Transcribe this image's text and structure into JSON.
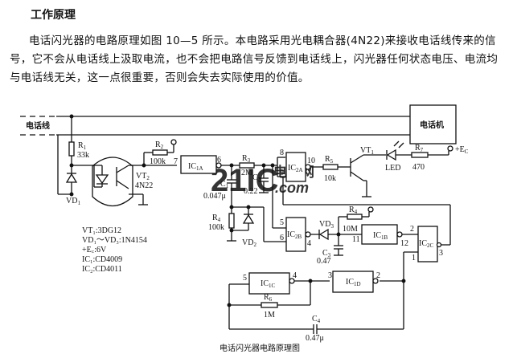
{
  "section_heading": "工作原理",
  "paragraph": "电话闪光器的电路原理如图 10—5 所示。本电路采用光电耦合器(4N22)来接收电话线传来的信号，它不会从电话线上汲取电流，也不会把电路信号反馈到电话线上，闪光器任何状态电压、电流均与电话线无关，这一点很重要，否则会失去实际使用的价值。",
  "diagram": {
    "caption": "电话闪光器电路原理图",
    "phone_line_label": "电话线",
    "telephone_label": "电话机",
    "supply_label": "E",
    "supply_sub": "C",
    "supply_sign": "+",
    "components": {
      "R1": {
        "name": "R",
        "sub": "1",
        "value": "33k"
      },
      "R2": {
        "name": "R",
        "sub": "2",
        "value": "100k"
      },
      "R3": {
        "name": "R",
        "sub": "3",
        "value": "2M"
      },
      "R4a": {
        "name": "R",
        "sub": "4",
        "value": "100k"
      },
      "R4b": {
        "name": "R",
        "sub": "4",
        "value": "10M"
      },
      "R5": {
        "name": "R",
        "sub": "5",
        "value": "10k"
      },
      "R6": {
        "name": "R",
        "sub": "6",
        "value": "1M"
      },
      "R7": {
        "name": "R",
        "sub": "7",
        "value": "470"
      },
      "C1": {
        "name": "C",
        "sub": "1",
        "value": "0.047μ"
      },
      "C2": {
        "name": "C",
        "sub": "2",
        "value": "0.22"
      },
      "C3": {
        "name": "C",
        "sub": "3",
        "value": "0.47"
      },
      "C4": {
        "name": "C",
        "sub": "4",
        "value": "0.47μ"
      },
      "VD1": {
        "name": "VD",
        "sub": "1"
      },
      "VD2": {
        "name": "VD",
        "sub": "2"
      },
      "VD3": {
        "name": "VD",
        "sub": "3"
      },
      "VT1": {
        "name": "VT",
        "sub": "1"
      },
      "VT2": {
        "name": "VT",
        "sub": "2",
        "value": "4N22"
      },
      "LED": {
        "name": "LED"
      },
      "IC1A": {
        "name": "IC",
        "sub": "1A"
      },
      "IC1B": {
        "name": "IC",
        "sub": "1B"
      },
      "IC2A": {
        "name": "IC",
        "sub": "2A"
      },
      "IC2B": {
        "name": "IC",
        "sub": "2B"
      },
      "IC2C": {
        "name": "IC",
        "sub": "2C"
      },
      "IC1C": {
        "name": "IC",
        "sub": "1C"
      },
      "IC1D": {
        "name": "IC",
        "sub": "1D"
      }
    },
    "pins": {
      "IC1A_in": "7",
      "IC1A_out": "6",
      "IC2A_in1": "8",
      "IC2A_in2": "9",
      "IC2A_out": "10",
      "IC2B_in1": "5",
      "IC2B_in2": "6",
      "IC2B_out": "4",
      "IC1B_in": "11",
      "IC1B_out": "12",
      "IC2C_in1": "2",
      "IC2C_in2": "1",
      "IC2C_out": "3",
      "IC1C_in": "5",
      "IC1C_out": "4",
      "IC1D_in": "3",
      "IC1D_out": "2"
    },
    "parts_list": [
      "VT₁:3DG12",
      "VD₁～VD₃:1N4154",
      "+E꜀:6V",
      "IC₁:CD4009",
      "IC₂:CD4011"
    ],
    "watermark": {
      "big": "21IC",
      "small_cn": "电子网",
      "small_en": ".com",
      "color": "#e8a0a8",
      "color2": "#9aa8d8"
    }
  }
}
